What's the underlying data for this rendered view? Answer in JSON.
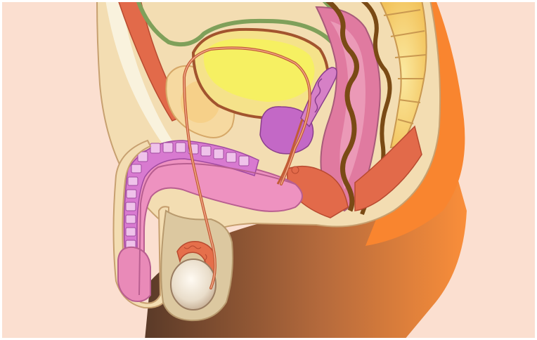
{
  "figure": {
    "structures": [
      "bladder",
      "seminal-vesicle",
      "prostate",
      "rectum",
      "sacrum",
      "pubic-bone",
      "urethra",
      "vas-deferens",
      "penis",
      "corpus-cavernosum",
      "testis",
      "epididymis",
      "scrotum",
      "perineal-muscles",
      "peritoneum"
    ],
    "colors": {
      "background": "#fbdfd0",
      "skin": "#f9f2dd",
      "body_fill": "#f3ddb2",
      "muscle": "#e26a4a",
      "bladder_outer": "#f5e28a",
      "bladder_inner": "#f6f062",
      "prostate": "#c368c6",
      "rectum": "#e07aa0",
      "intestine_wall": "#7a4a15",
      "sacrum": "#f5d46a",
      "cavernosum": "#d87ad0",
      "urethra_tissue": "#ee92c0",
      "testis": "#ece0d0",
      "epididymis": "#e56f4b",
      "scrotum": "#dcc8a0",
      "leg_dark": "#5a3a28",
      "leg_light": "#fa8e3a",
      "peritoneum": "#7fa05a"
    }
  }
}
